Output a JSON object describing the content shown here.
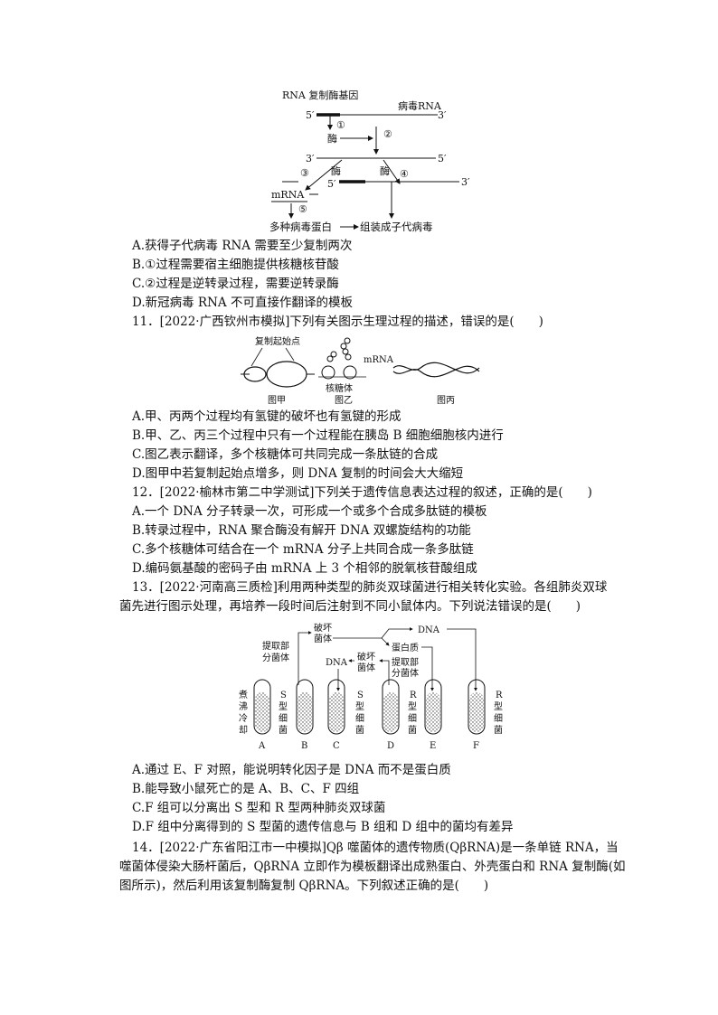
{
  "figure1": {
    "label_gene": "RNA 复制酶基因",
    "label_viral_rna": "病毒RNA",
    "five_prime": "5′",
    "three_prime": "3′",
    "step1": "①",
    "step2": "②",
    "step3": "③",
    "step4": "④",
    "step5": "⑤",
    "enzyme": "酶",
    "mrna": "mRNA",
    "proteins": "多种病毒蛋白",
    "assemble": "组装成子代病毒"
  },
  "q10_options": [
    "A.获得子代病毒 RNA 需要至少复制两次",
    "B.①过程需要宿主细胞提供核糖核苷酸",
    "C.②过程是逆转录过程，需要逆转录酶",
    "D.新冠病毒 RNA 不可直接作翻译的模板"
  ],
  "q11": {
    "stem": "11．[2022·广西钦州市模拟]下列有关图示生理过程的描述，错误的是(　　)",
    "figure": {
      "origin_label": "复制起始点",
      "mrna": "mRNA",
      "ribosome": "核糖体",
      "caption_a": "图甲",
      "caption_b": "图乙",
      "caption_c": "图丙"
    },
    "options": [
      "A.甲、丙两个过程均有氢键的破坏也有氢键的形成",
      "B.甲、乙、丙三个过程中只有一个过程能在胰岛 B 细胞细胞核内进行",
      "C.图乙表示翻译，多个核糖体可共同完成一条肽链的合成",
      "D.图甲中若复制起始点增多，则 DNA 复制的时间会大大缩短"
    ]
  },
  "q12": {
    "stem": "12．[2022·榆林市第二中学测试]下列关于遗传信息表达过程的叙述，正确的是(　　)",
    "options": [
      "A.一个 DNA 分子转录一次，可形成一个或多个合成多肽链的模板",
      "B.转录过程中，RNA 聚合酶没有解开 DNA 双螺旋结构的功能",
      "C.多个核糖体可结合在一个 mRNA 分子上共同合成一条多肽链",
      "D.编码氨基酸的密码子由 mRNA 上 3 个相邻的脱氧核苷酸组成"
    ]
  },
  "q13": {
    "stem_line1": "13．[2022·河南高三质检]利用两种类型的肺炎双球菌进行相关转化实验。各组肺炎双球",
    "stem_line2": "菌先进行图示处理，再培养一段时间后注射到不同小鼠体内。下列说法错误的是(　　)",
    "figure": {
      "extract1": [
        "提取部",
        "分菌体"
      ],
      "destroy1": [
        "破坏",
        "菌体"
      ],
      "dna": "DNA",
      "protein": "蛋白质",
      "destroy2": [
        "破坏",
        "菌体"
      ],
      "extract2": [
        "提取部",
        "分菌体"
      ],
      "boil": [
        "煮",
        "沸",
        "冷",
        "却"
      ],
      "s_type": [
        "S",
        "型",
        "细",
        "菌"
      ],
      "r_type": [
        "R",
        "型",
        "细",
        "菌"
      ],
      "tubes": [
        "A",
        "B",
        "C",
        "D",
        "E",
        "F"
      ]
    },
    "options": [
      "A.通过 E、F 对照，能说明转化因子是 DNA 而不是蛋白质",
      "B.能导致小鼠死亡的是 A、B、C、F 四组",
      "C.F 组可以分离出 S 型和 R 型两种肺炎双球菌",
      "D.F 组中分离得到的 S 型菌的遗传信息与 B 组和 D 组中的菌均有差异"
    ]
  },
  "q14": {
    "stem_line1": "14．[2022·广东省阳江市一中模拟]Qβ 噬菌体的遗传物质(QβRNA)是一条单链 RNA，当",
    "stem_line2": "噬菌体侵染大肠杆菌后，QβRNA 立即作为模板翻译出成熟蛋白、外壳蛋白和 RNA 复制酶(如",
    "stem_line3": "图所示)，然后利用该复制酶复制 QβRNA。下列叙述正确的是(　　)"
  }
}
